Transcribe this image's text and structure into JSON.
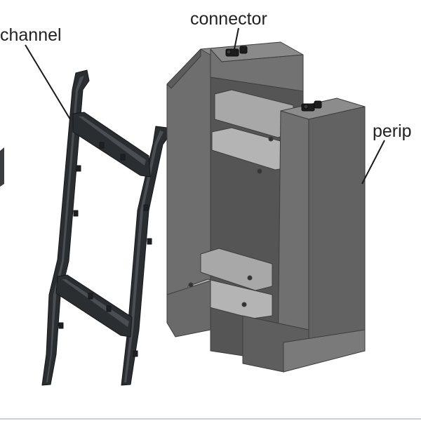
{
  "labels": {
    "channel": "channel",
    "connector": "connector",
    "peripheral": "perip"
  },
  "colors": {
    "frame": "#2b2e31",
    "frame_edge": "#15171a",
    "block_front": "#6e6e6e",
    "block_side": "#585858",
    "block_top": "#888888",
    "shelf": "#a7a7a7",
    "leader_line": "#1a1a1a",
    "border": "#c9d2dc"
  }
}
